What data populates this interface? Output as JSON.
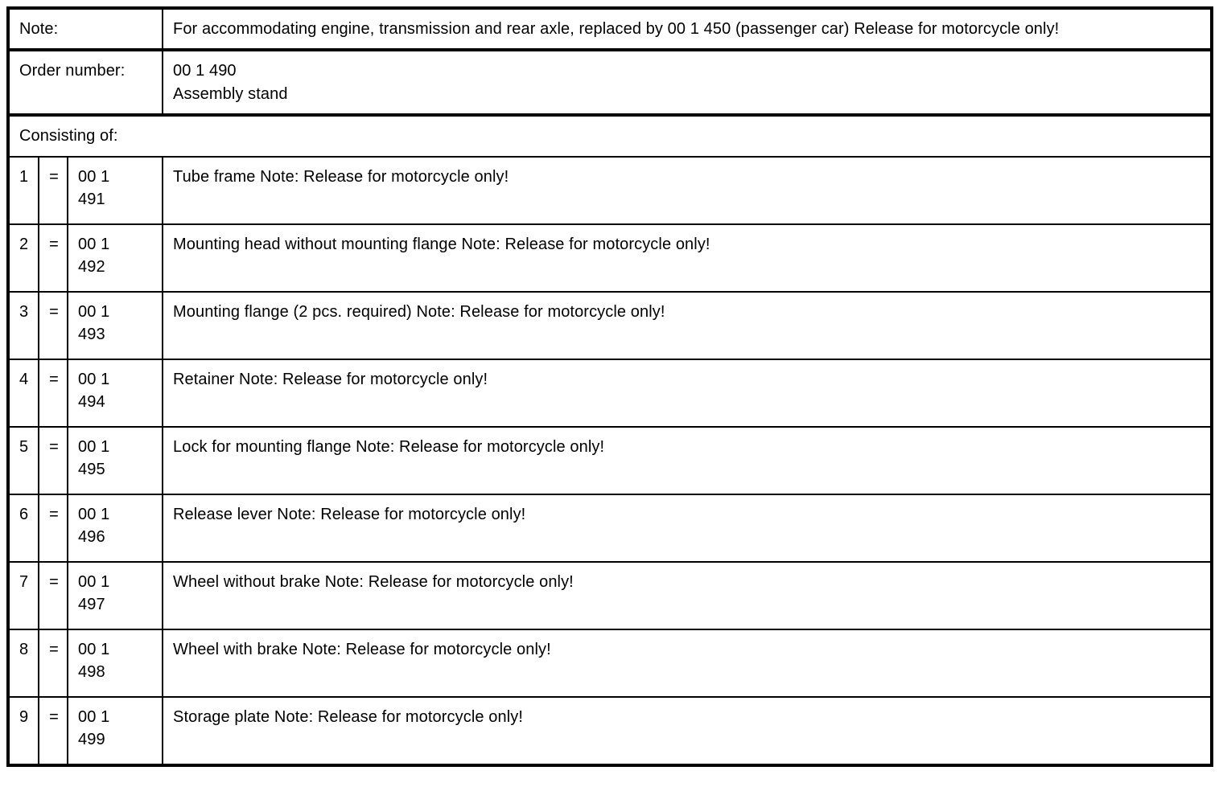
{
  "document": {
    "header_rows": [
      {
        "label": "Note:",
        "value": "For accommodating engine, transmission and rear axle, replaced by 00 1 450 (passenger car) Release for motorcycle only!"
      }
    ],
    "order": {
      "label": "Order number:",
      "number": "00 1 490",
      "name": "Assembly stand"
    },
    "consisting_of_label": "Consisting of:",
    "equals_symbol": "=",
    "items": [
      {
        "index": "1",
        "part_prefix": "00 1",
        "part_suffix": "491",
        "description": "Tube frame Note: Release for motorcycle only!"
      },
      {
        "index": "2",
        "part_prefix": "00 1",
        "part_suffix": "492",
        "description": "Mounting head without mounting flange Note: Release for motorcycle only!"
      },
      {
        "index": "3",
        "part_prefix": "00 1",
        "part_suffix": "493",
        "description": "Mounting flange (2 pcs. required) Note: Release for motorcycle only!"
      },
      {
        "index": "4",
        "part_prefix": "00 1",
        "part_suffix": "494",
        "description": "Retainer Note: Release for motorcycle only!"
      },
      {
        "index": "5",
        "part_prefix": "00 1",
        "part_suffix": "495",
        "description": "Lock for mounting flange Note: Release for motorcycle only!"
      },
      {
        "index": "6",
        "part_prefix": "00 1",
        "part_suffix": "496",
        "description": "Release lever Note: Release for motorcycle only!"
      },
      {
        "index": "7",
        "part_prefix": "00 1",
        "part_suffix": "497",
        "description": "Wheel without brake Note: Release for motorcycle only!"
      },
      {
        "index": "8",
        "part_prefix": "00 1",
        "part_suffix": "498",
        "description": "Wheel with brake Note: Release for motorcycle only!"
      },
      {
        "index": "9",
        "part_prefix": "00 1",
        "part_suffix": "499",
        "description": "Storage plate Note: Release for motorcycle only!"
      }
    ]
  },
  "colors": {
    "border": "#000000",
    "text": "#000000",
    "background": "#ffffff"
  }
}
